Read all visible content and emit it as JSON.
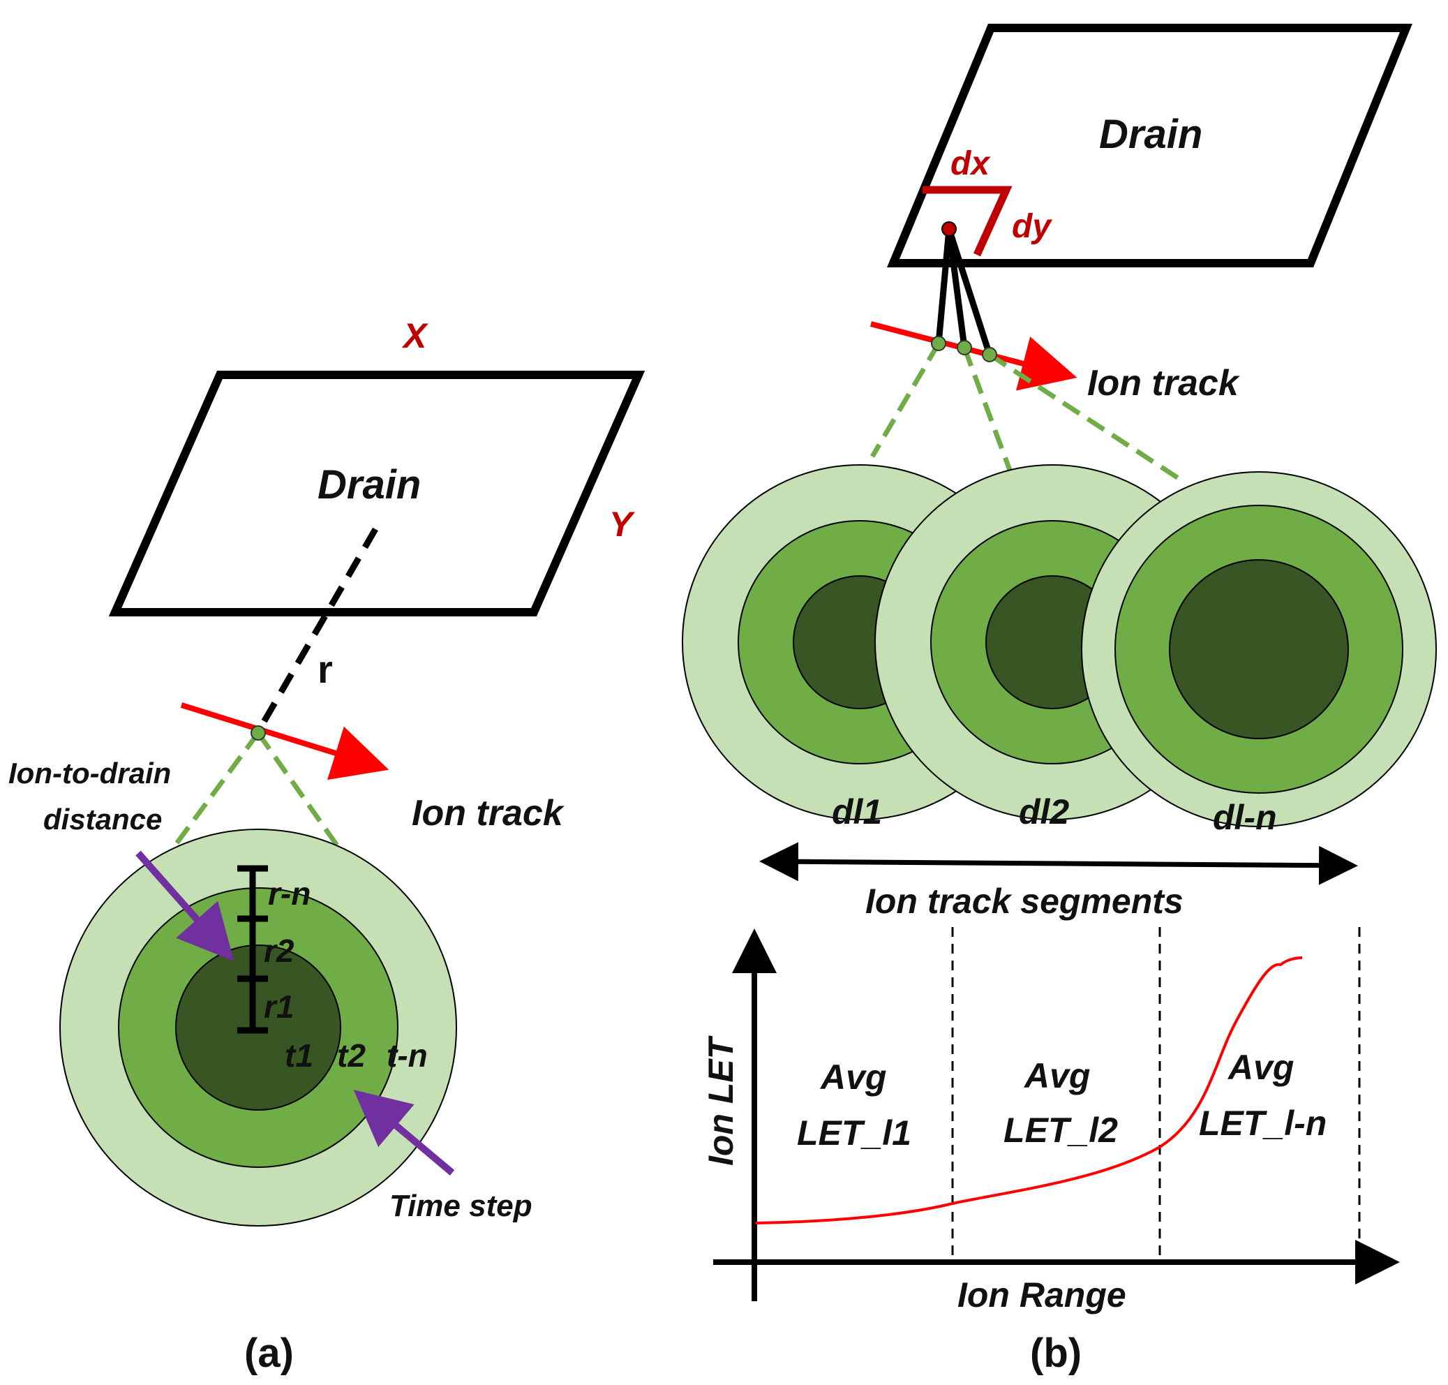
{
  "colors": {
    "outline": "#000000",
    "ion_track": "#ff0000",
    "axis_label": "#c00000",
    "ring_outer": "#c5e0b4",
    "ring_middle": "#70ad47",
    "ring_inner": "#375623",
    "dashed_link": "#70ad47",
    "pointer_arrow": "#7030a0",
    "let_curve": "#ff0000",
    "dx_dy_marker": "#c00000"
  },
  "panel_a": {
    "caption": "(a)",
    "drain_label": "Drain",
    "axis_x_label": "X",
    "axis_y_label": "Y",
    "r_label": "r",
    "ion_track_label": "Ion track",
    "ion_to_drain_line1": "Ion-to-drain",
    "ion_to_drain_line2": "distance",
    "time_step_label": "Time step",
    "radius_labels": [
      "r-n",
      "r2",
      "r1"
    ],
    "time_labels": [
      "t1",
      "t2",
      "t-n"
    ]
  },
  "panel_b": {
    "caption": "(b)",
    "drain_label": "Drain",
    "dx_label": "dx",
    "dy_label": "dy",
    "ion_track_label": "Ion track",
    "segment_labels": [
      "dl1",
      "dl2",
      "dl-n"
    ],
    "segments_axis_label": "Ion track segments",
    "plot": {
      "ylabel": "Ion LET",
      "xlabel": "Ion Range",
      "region_labels": [
        {
          "line1": "Avg",
          "line2": "LET_l1"
        },
        {
          "line1": "Avg",
          "line2": "LET_l2"
        },
        {
          "line1": "Avg",
          "line2": "LET_l-n"
        }
      ]
    }
  }
}
